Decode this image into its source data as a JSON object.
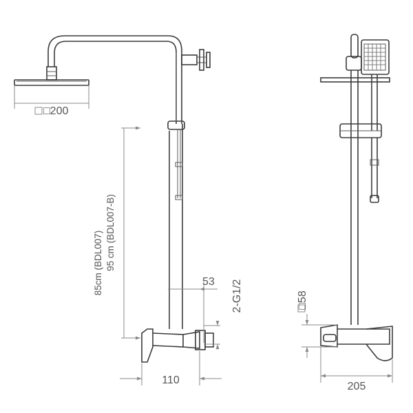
{
  "dimensions": {
    "shower_head_size": "□200",
    "height_line_1": "85cm (BDL007)",
    "height_line_2": "95 cm (BDL007-B)",
    "wall_offset": "53",
    "thread": "2-G1/2",
    "mixer_depth": "110",
    "side_square": "□58",
    "side_width": "205"
  },
  "colors": {
    "line": "#3a3a3a",
    "dimension": "#8a8a8a",
    "text": "#555555"
  }
}
